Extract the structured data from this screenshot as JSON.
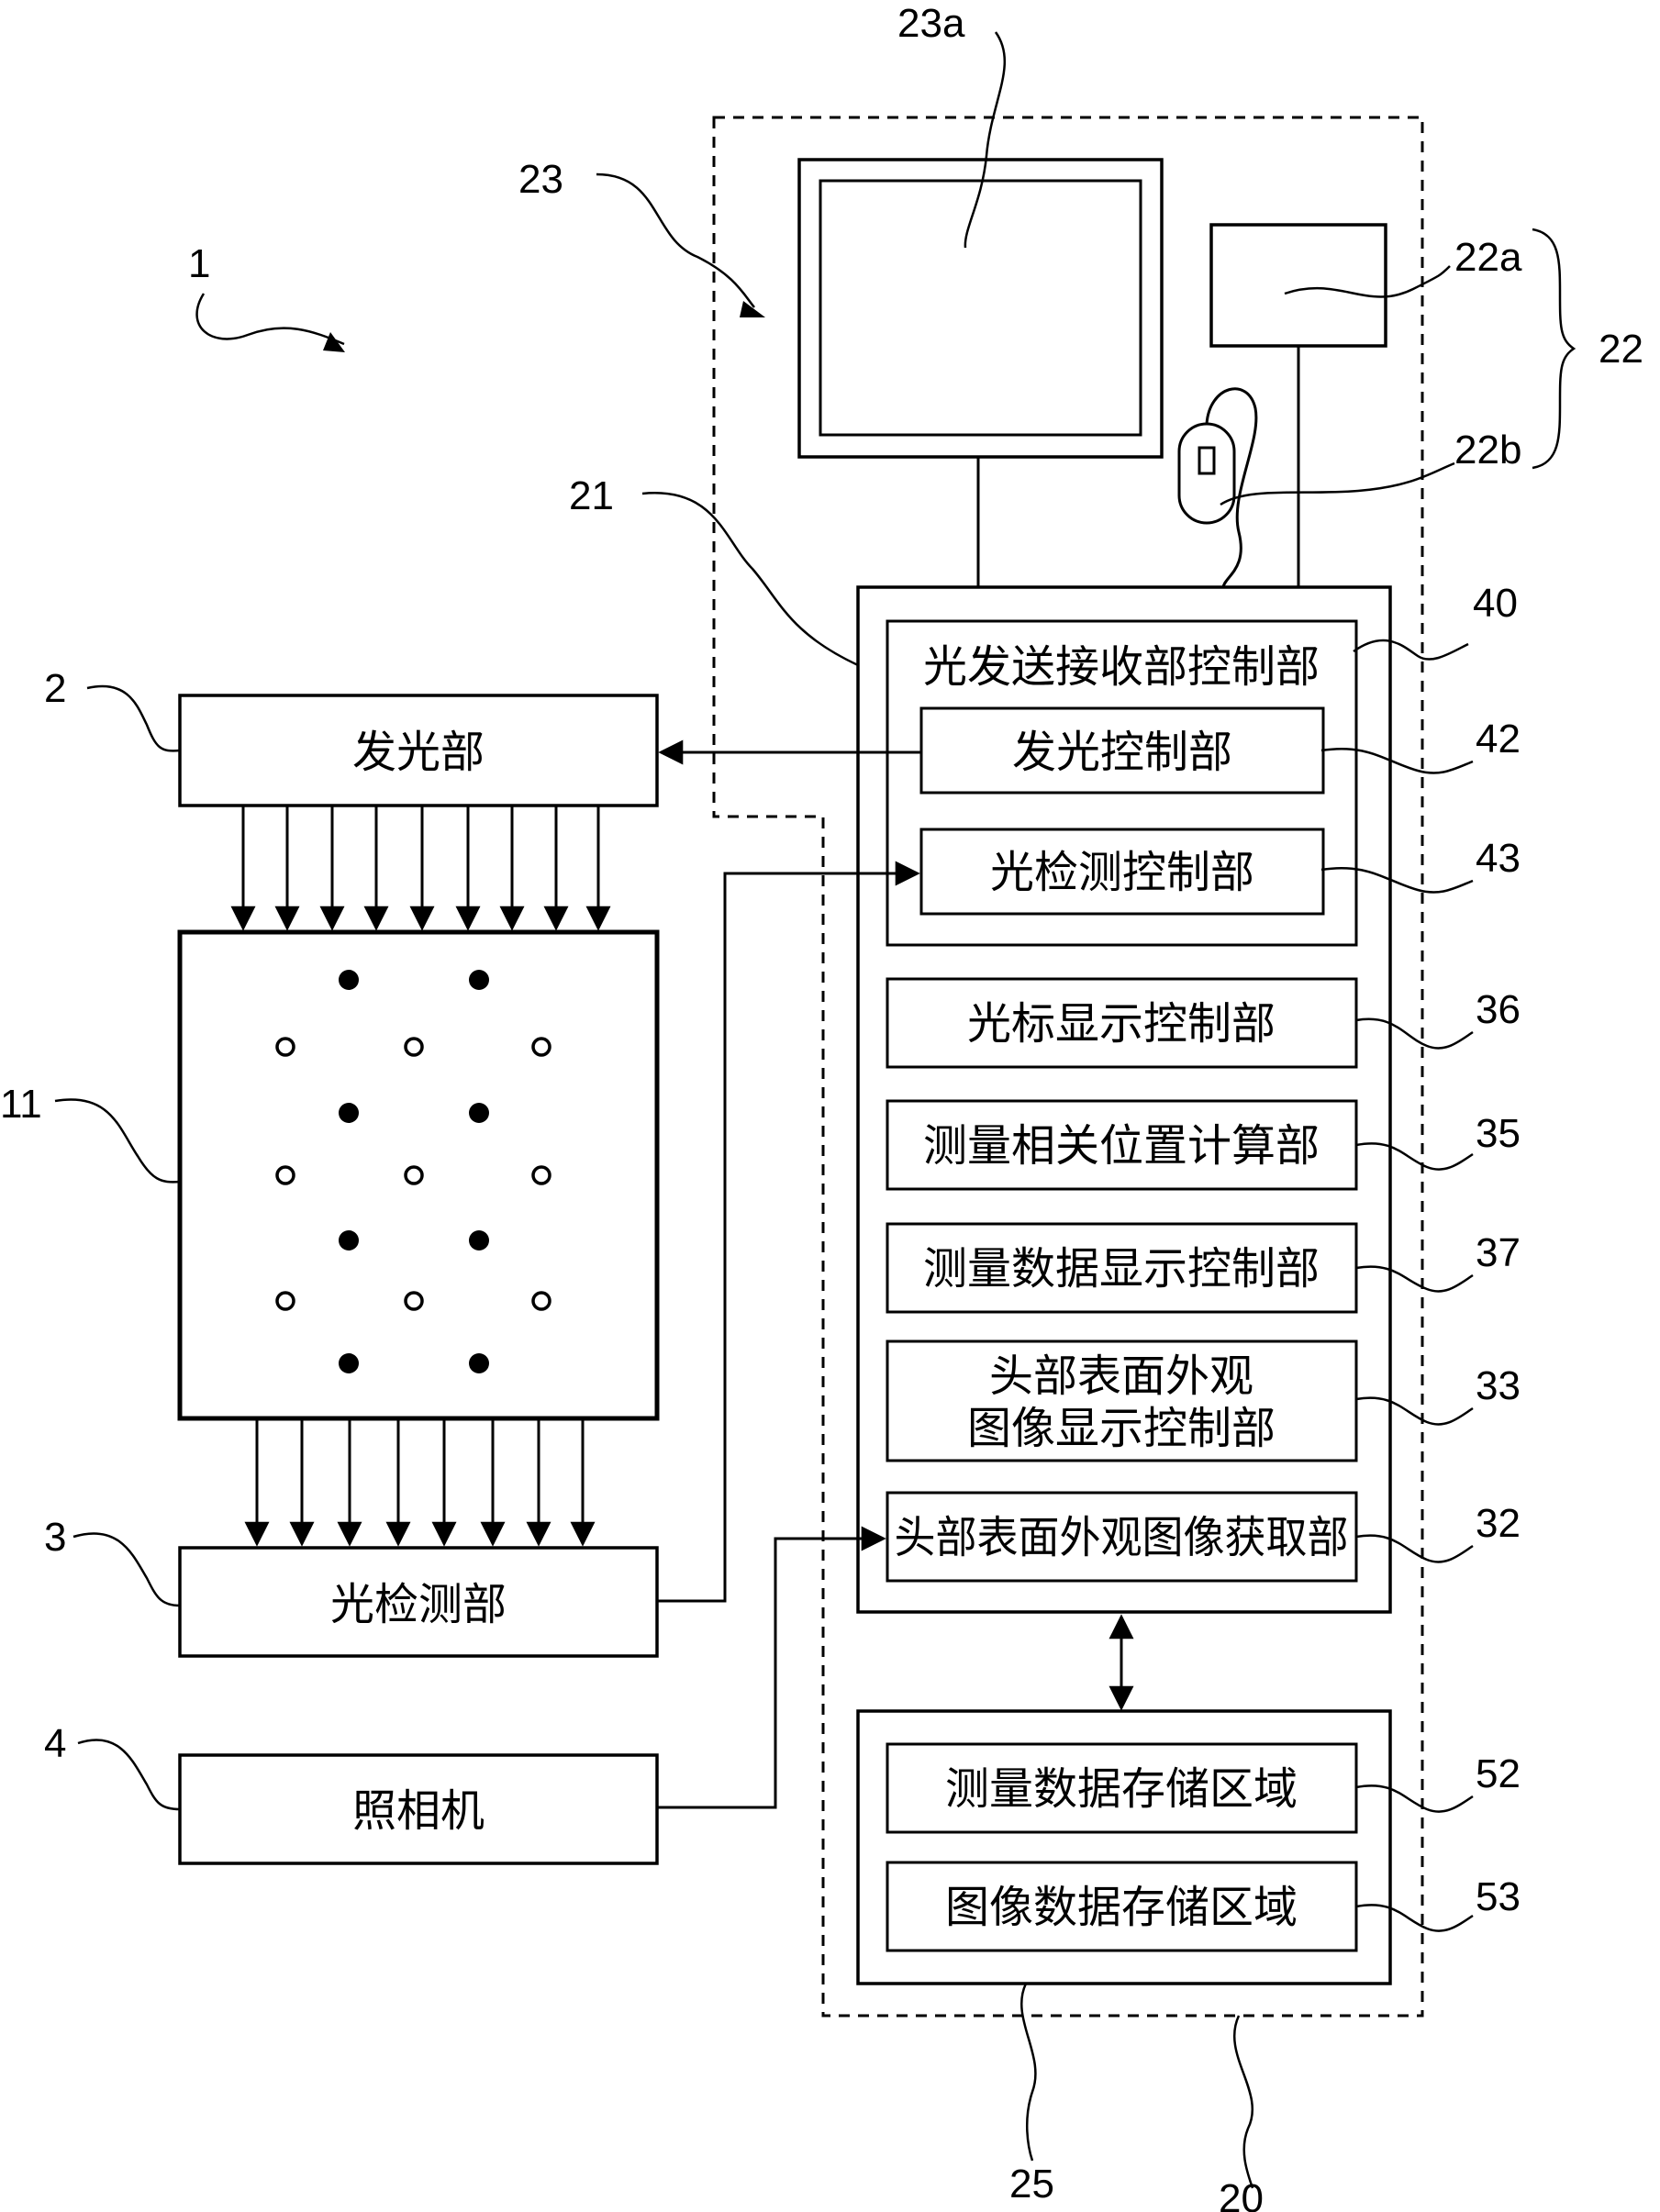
{
  "labels": {
    "system": "1",
    "emitter_ref": "2",
    "detector_ref": "3",
    "camera_ref": "4",
    "head_ref": "11",
    "computer_ref": "20",
    "main_ref": "21",
    "input_ref": "22",
    "keyboard_ref": "22a",
    "mouse_ref": "22b",
    "monitor_ref": "23",
    "screen_ref": "23a",
    "storage_ref": "25",
    "acquire_ref": "32",
    "head_display_ref": "33",
    "position_calc_ref": "35",
    "cursor_ref": "36",
    "data_display_ref": "37",
    "transceiver_ref": "40",
    "emit_ctrl_ref": "42",
    "detect_ctrl_ref": "43",
    "data_store_ref": "52",
    "image_store_ref": "53"
  },
  "blocks": {
    "emitter": "发光部",
    "detector": "光检测部",
    "camera": "照相机",
    "transceiver_ctrl": "光发送接收部控制部",
    "emit_ctrl": "发光控制部",
    "detect_ctrl": "光检测控制部",
    "cursor_ctrl": "光标显示控制部",
    "position_calc": "测量相关位置计算部",
    "data_display": "测量数据显示控制部",
    "head_display_line1": "头部表面外观",
    "head_display_line2": "图像显示控制部",
    "image_acquire": "头部表面外观图像获取部",
    "data_store": "测量数据存储区域",
    "image_store": "图像数据存储区域"
  }
}
